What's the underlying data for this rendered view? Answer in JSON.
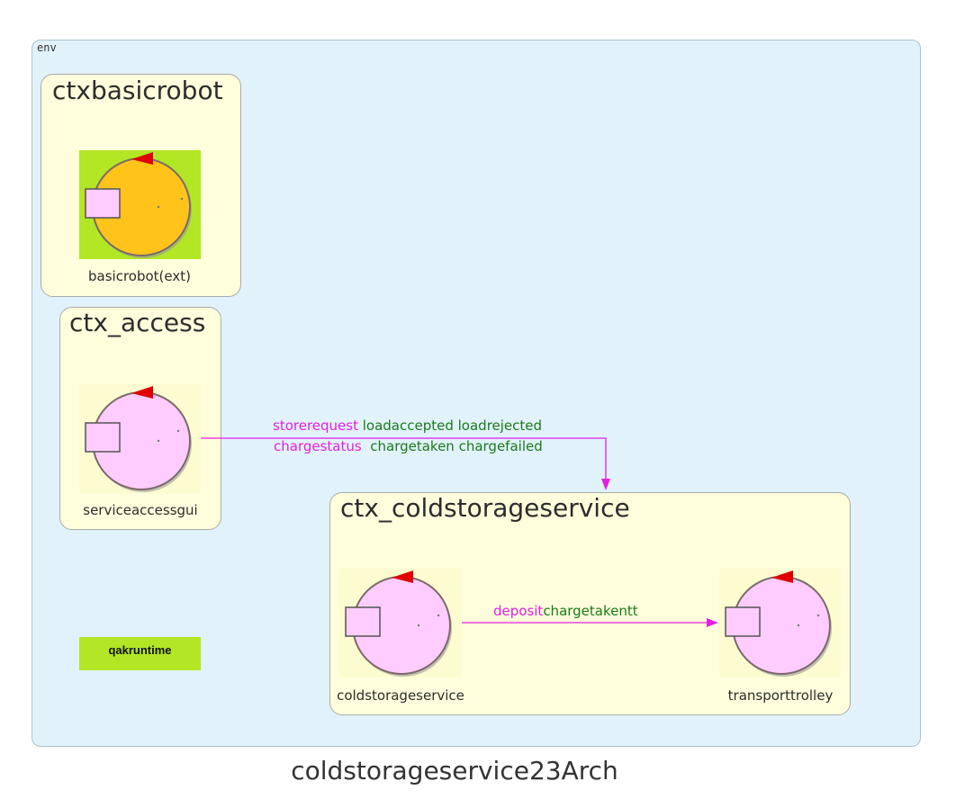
{
  "diagram_title": "coldstorageservice23Arch",
  "env": {
    "label": "env"
  },
  "contexts": [
    {
      "name": "ctxbasicrobot",
      "actors": [
        "basicrobot(ext)"
      ]
    },
    {
      "name": "ctx_access",
      "actors": [
        "serviceaccessgui"
      ]
    },
    {
      "name": "ctx_coldstorageservice",
      "actors": [
        "coldstorageservice",
        "transporttrolley"
      ]
    }
  ],
  "runtime_label": "qakruntime",
  "edges": [
    {
      "from": "serviceaccessgui",
      "to": "ctx_coldstorageservice",
      "line1_request": "storerequest",
      "line1_replies": "loadaccepted loadrejected",
      "line2_request": "chargestatus",
      "line2_replies": "chargetaken chargefailed"
    },
    {
      "from": "coldstorageservice",
      "to": "transporttrolley",
      "request": "deposit",
      "replies": "chargetakentt"
    }
  ],
  "colors": {
    "env_bg": "#e1f2fb",
    "context_bg": "#fefedc",
    "request": "#e020e0",
    "reply": "#1a7a1a",
    "external_actor": "#ffc31a",
    "actor": "#ffccff",
    "runtime": "#b3e624"
  }
}
